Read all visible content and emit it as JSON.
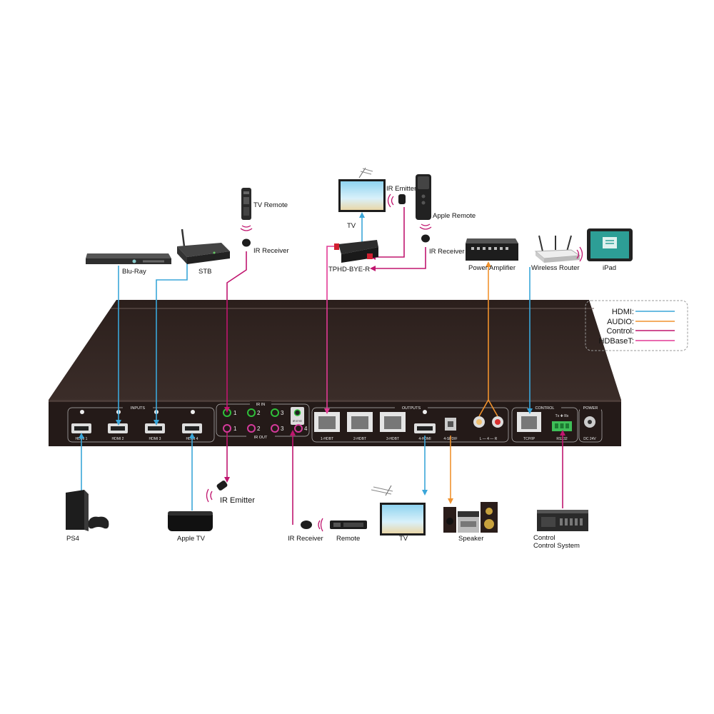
{
  "panel": {
    "sections": {
      "inputs": "INPUTS",
      "ir_in": "IR IN",
      "ir_out": "IR OUT",
      "outputs": "OUTPUTS",
      "control": "CONTROL",
      "power": "POWER"
    },
    "ports": {
      "hdmi1": "HDMI 1",
      "hdmi2": "HDMI 2",
      "hdmi3": "HDMI 3",
      "hdmi4": "HDMI 4",
      "hdbt1": "1-HDBT",
      "hdbt2": "2-HDBT",
      "hdbt3": "3-HDBT",
      "hdmi_out4": "4-HDMI",
      "spdif": "4-SPDIF",
      "audio_lr": "L — 4 — R",
      "tcpip": "TCP/IP",
      "rs232": "RS232",
      "txrx": "Tx ✚ Rx",
      "dc": "DC 24V",
      "ir_eye": "IR EYE"
    },
    "ir_in_nums": [
      "1",
      "2",
      "3"
    ],
    "ir_out_nums": [
      "1",
      "2",
      "3",
      "4"
    ]
  },
  "devices": {
    "blu_ray": "Blu-Ray",
    "stb": "STB",
    "tv_remote": "TV Remote",
    "ir_receiver_top": "IR Receiver",
    "tv_top": "TV",
    "ir_emitter_top": "IR Emitter",
    "apple_remote": "Apple Remote",
    "ir_receiver_right": "IR Receiver",
    "receiver": "TPHD-BYE-R",
    "power_amplifier": "Power Amplifier",
    "wireless_router": "Wireless Router",
    "ipad": "iPad",
    "ps4": "PS4",
    "apple_tv": "Apple TV",
    "ir_emitter_bottom": "IR Emitter",
    "ir_receiver_bottom": "IR Receiver",
    "remote": "Remote",
    "tv_bottom": "TV",
    "speaker": "Speaker",
    "control_line1": "Control",
    "control_line2": "Control System"
  },
  "legend": {
    "items": [
      {
        "label": "HDMI:",
        "color": "#3aa6d9"
      },
      {
        "label": "AUDIO:",
        "color": "#f0922e"
      },
      {
        "label": "Control:",
        "color": "#c0166f"
      },
      {
        "label": "HDBaseT:",
        "color": "#e23a95"
      }
    ]
  },
  "colors": {
    "hdmi": "#3aa6d9",
    "audio": "#f0922e",
    "control": "#c0166f",
    "hdbaset": "#e23a95",
    "device": "#3a2e2b"
  }
}
